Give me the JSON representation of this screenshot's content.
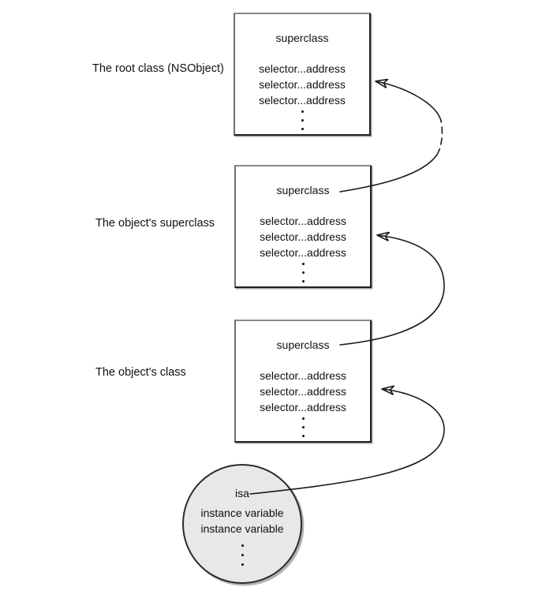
{
  "diagram": {
    "boxes": [
      {
        "label": "The root class (NSObject)",
        "superclass_field": "superclass",
        "method_rows": [
          "selector...address",
          "selector...address",
          "selector...address"
        ]
      },
      {
        "label": "The object's superclass",
        "superclass_field": "superclass",
        "method_rows": [
          "selector...address",
          "selector...address",
          "selector...address"
        ]
      },
      {
        "label": "The object's class",
        "superclass_field": "superclass",
        "method_rows": [
          "selector...address",
          "selector...address",
          "selector...address"
        ]
      }
    ],
    "instance": {
      "isa_field": "isa",
      "variable_rows": [
        "instance variable",
        "instance variable"
      ]
    },
    "colors": {
      "background": "#ffffff",
      "box_fill": "#ffffff",
      "box_border": "#1f1f1f",
      "circle_fill": "#e8e8e8",
      "line": "#1a1a1a",
      "text": "#111111"
    }
  }
}
